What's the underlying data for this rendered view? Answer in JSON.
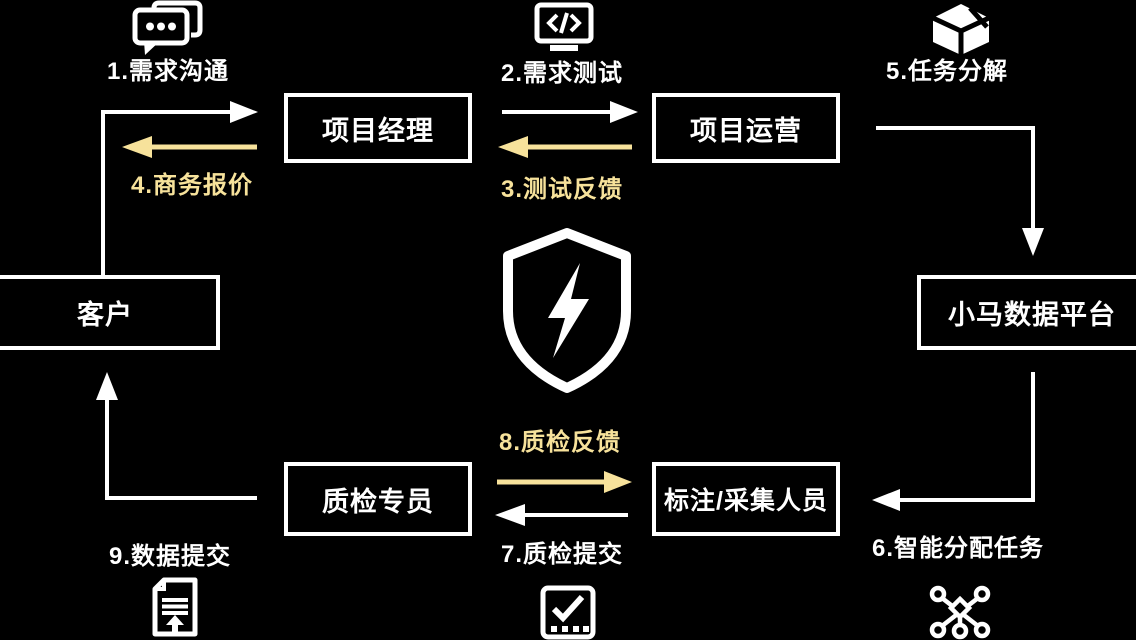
{
  "colors": {
    "background": "#000000",
    "primary": "#FFFFFF",
    "accent": "#F7E29B"
  },
  "nodes": [
    {
      "id": "project-manager",
      "label": "项目经理"
    },
    {
      "id": "project-operations",
      "label": "项目运营"
    },
    {
      "id": "customer",
      "label": "客户"
    },
    {
      "id": "data-platform",
      "label": "小马数据平台"
    },
    {
      "id": "qc-specialist",
      "label": "质检专员"
    },
    {
      "id": "annotation-staff",
      "label": "标注/采集人员"
    }
  ],
  "steps": [
    {
      "num": 1,
      "label": "1.需求沟通",
      "color": "#FFFFFF",
      "from": "customer",
      "to": "project-manager"
    },
    {
      "num": 2,
      "label": "2.需求测试",
      "color": "#FFFFFF",
      "from": "project-manager",
      "to": "project-operations"
    },
    {
      "num": 3,
      "label": "3.测试反馈",
      "color": "#F7E29B",
      "from": "project-operations",
      "to": "project-manager"
    },
    {
      "num": 4,
      "label": "4.商务报价",
      "color": "#F7E29B",
      "from": "project-manager",
      "to": "customer"
    },
    {
      "num": 5,
      "label": "5.任务分解",
      "color": "#FFFFFF",
      "from": "project-operations",
      "to": "data-platform"
    },
    {
      "num": 6,
      "label": "6.智能分配任务",
      "color": "#FFFFFF",
      "from": "data-platform",
      "to": "annotation-staff"
    },
    {
      "num": 7,
      "label": "7.质检提交",
      "color": "#FFFFFF",
      "from": "annotation-staff",
      "to": "qc-specialist"
    },
    {
      "num": 8,
      "label": "8.质检反馈",
      "color": "#F7E29B",
      "from": "qc-specialist",
      "to": "annotation-staff"
    },
    {
      "num": 9,
      "label": "9.数据提交",
      "color": "#FFFFFF",
      "from": "qc-specialist",
      "to": "customer"
    }
  ],
  "icons": [
    {
      "name": "chat-bubbles-icon",
      "meaning": "需求沟通"
    },
    {
      "name": "code-screen-icon",
      "meaning": "需求测试"
    },
    {
      "name": "cube-icon",
      "meaning": "任务分解"
    },
    {
      "name": "shield-lightning-icon",
      "meaning": "平台安全核心"
    },
    {
      "name": "document-upload-icon",
      "meaning": "数据提交"
    },
    {
      "name": "checklist-icon",
      "meaning": "质检提交"
    },
    {
      "name": "network-nodes-icon",
      "meaning": "智能分配任务"
    }
  ]
}
